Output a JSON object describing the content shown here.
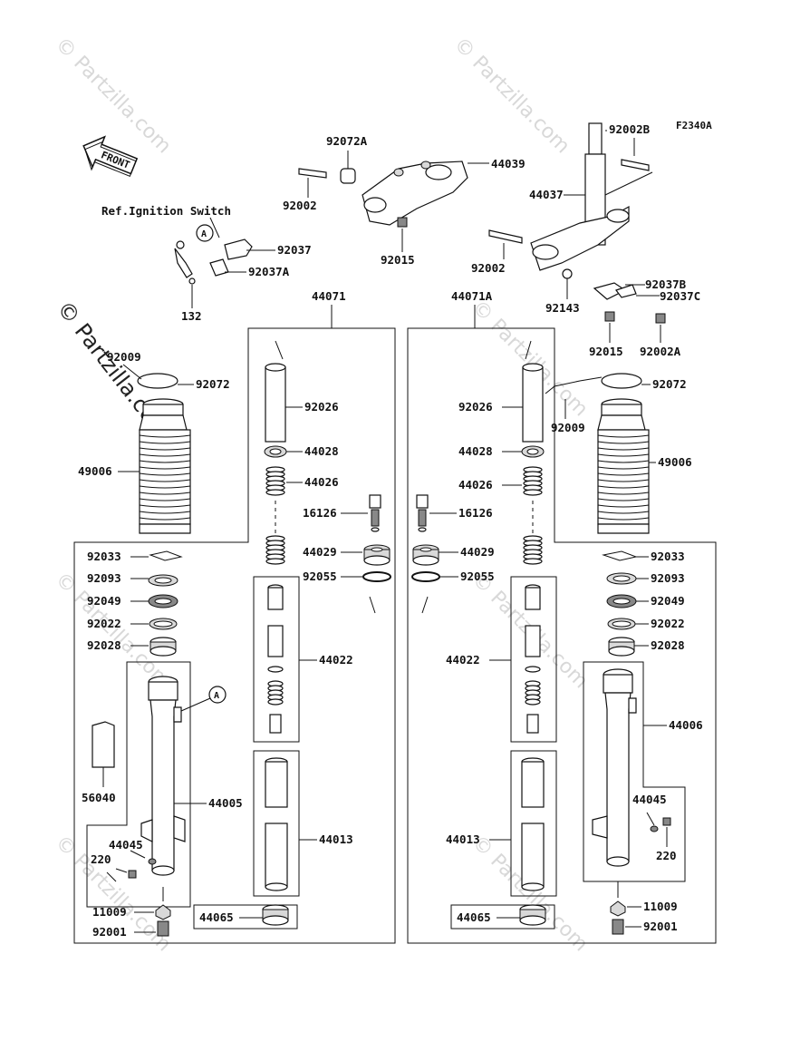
{
  "diagram_code": "F2340A",
  "front_label": "FRONT",
  "ref_note": "Ref.Ignition Switch",
  "callout_a": "A",
  "watermark": "© Partzilla.com",
  "watermark_big": "© Partzilla.com",
  "assemblies": {
    "left_fork": "44071",
    "right_fork": "44071A"
  },
  "labels": {
    "p92072A": "92072A",
    "p44039": "44039",
    "p92002_top": "92002",
    "p92015_top": "92015",
    "p92037": "92037",
    "p92037A": "92037A",
    "p132": "132",
    "p92002B": "92002B",
    "p44037": "44037",
    "p92002_r": "92002",
    "p92143": "92143",
    "p92037B": "92037B",
    "p92037C": "92037C",
    "p92015_r": "92015",
    "p92002A": "92002A",
    "L92009": "92009",
    "L92072": "92072",
    "L49006": "49006",
    "L92026": "92026",
    "L44028": "44028",
    "L44026": "44026",
    "L16126": "16126",
    "L44029": "44029",
    "L92055": "92055",
    "L92033": "92033",
    "L92093": "92093",
    "L92049": "92049",
    "L92022": "92022",
    "L92028": "92028",
    "L44022": "44022",
    "L56040": "56040",
    "L44005": "44005",
    "L44045": "44045",
    "L220": "220",
    "L44013": "44013",
    "L11009": "11009",
    "L44065": "44065",
    "L92001": "92001",
    "R92026": "92026",
    "R44028": "44028",
    "R44026": "44026",
    "R16126": "16126",
    "R44029": "44029",
    "R92055": "92055",
    "R92072": "92072",
    "R92009": "92009",
    "R49006": "49006",
    "R92033": "92033",
    "R92093": "92093",
    "R92049": "92049",
    "R92022": "92022",
    "R92028": "92028",
    "R44022": "44022",
    "R44006": "44006",
    "R44045": "44045",
    "R220": "220",
    "R44013": "44013",
    "R11009": "11009",
    "R44065": "44065",
    "R92001": "92001"
  }
}
